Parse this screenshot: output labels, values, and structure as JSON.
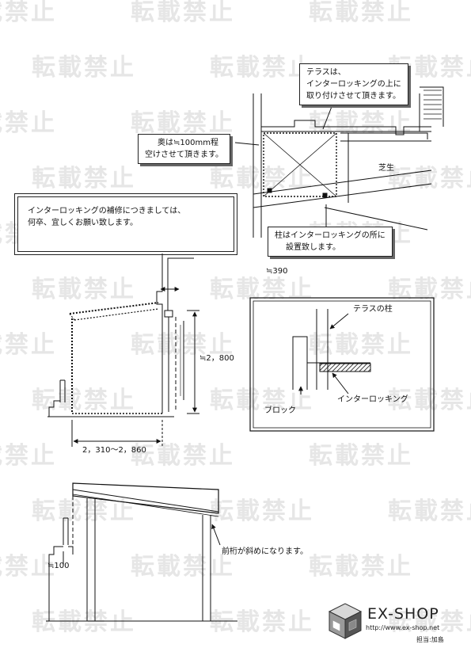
{
  "watermark": "転載禁止",
  "notes": {
    "terrace": [
      "テラスは、",
      "インターロッキングの上に",
      "取り付けさせて頂きます。"
    ],
    "clearance": [
      "奥は≒100mm程",
      "空けさせて頂きます。"
    ],
    "repair": [
      "インターロッキングの補修につきましては、",
      "何卒、宜しくお願い致します。"
    ],
    "pillar": [
      "柱はインターロッキングの所に",
      "設置致します。"
    ]
  },
  "labels": {
    "lawn": "芝生",
    "dim_390": "≒390",
    "dim_height": "≒2，800",
    "dim_depth": "2，310～2，860",
    "detail_pillar": "テラスの柱",
    "detail_block": "ブロック",
    "detail_interlocking": "インターロッキング",
    "beam_note": "前桁が斜めになります。",
    "dim_100": "≒100"
  },
  "logo": {
    "brand": "EX-SHOP",
    "url": "http://www.ex-shop.net",
    "staff": "担当:加島"
  }
}
